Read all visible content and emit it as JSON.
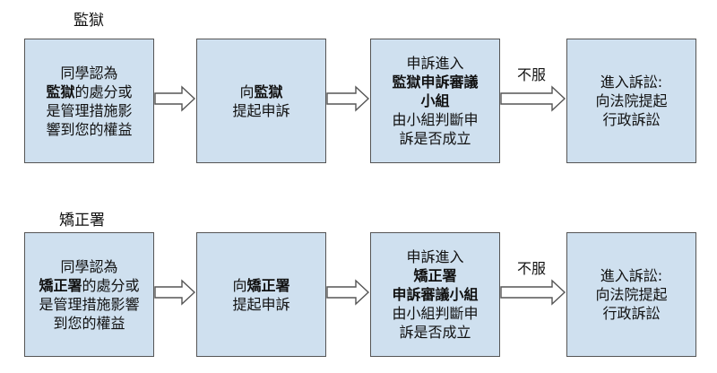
{
  "flows": [
    {
      "label": "監獄",
      "boxes": [
        {
          "lines": [
            [
              {
                "t": "同學認為",
                "b": false
              }
            ],
            [
              {
                "t": "監獄",
                "b": true
              },
              {
                "t": "的處分或",
                "b": false
              }
            ],
            [
              {
                "t": "是管理措施影",
                "b": false
              }
            ],
            [
              {
                "t": "響到您的權益",
                "b": false
              }
            ]
          ]
        },
        {
          "lines": [
            [
              {
                "t": "向",
                "b": false
              },
              {
                "t": "監獄",
                "b": true
              }
            ],
            [
              {
                "t": "提起申訴",
                "b": false
              }
            ]
          ]
        },
        {
          "lines": [
            [
              {
                "t": "申訴進入",
                "b": false
              }
            ],
            [
              {
                "t": "監獄申訴審議",
                "b": true
              }
            ],
            [
              {
                "t": "小組",
                "b": true
              }
            ],
            [
              {
                "t": "由小組判斷申",
                "b": false
              }
            ],
            [
              {
                "t": "訴是否成立",
                "b": false
              }
            ]
          ]
        },
        {
          "lines": [
            [
              {
                "t": "進入訴訟:",
                "b": false
              }
            ],
            [
              {
                "t": "向法院提起",
                "b": false
              }
            ],
            [
              {
                "t": "行政訴訟",
                "b": false
              }
            ]
          ]
        }
      ],
      "arrow_labels": [
        "",
        "",
        "不服"
      ]
    },
    {
      "label": "矯正署",
      "boxes": [
        {
          "lines": [
            [
              {
                "t": "同學認為",
                "b": false
              }
            ],
            [
              {
                "t": "矯正署",
                "b": true
              },
              {
                "t": "的處分或",
                "b": false
              }
            ],
            [
              {
                "t": "是管理措施影響",
                "b": false
              }
            ],
            [
              {
                "t": "到您的權益",
                "b": false
              }
            ]
          ]
        },
        {
          "lines": [
            [
              {
                "t": "向",
                "b": false
              },
              {
                "t": "矯正署",
                "b": true
              }
            ],
            [
              {
                "t": "提起申訴",
                "b": false
              }
            ]
          ]
        },
        {
          "lines": [
            [
              {
                "t": "申訴進入",
                "b": false
              }
            ],
            [
              {
                "t": "矯正署",
                "b": true
              }
            ],
            [
              {
                "t": "申訴審議小組",
                "b": true
              }
            ],
            [
              {
                "t": "由小組判斷申",
                "b": false
              }
            ],
            [
              {
                "t": "訴是否成立",
                "b": false
              }
            ]
          ]
        },
        {
          "lines": [
            [
              {
                "t": "進入訴訟:",
                "b": false
              }
            ],
            [
              {
                "t": "向法院提起",
                "b": false
              }
            ],
            [
              {
                "t": "行政訴訟",
                "b": false
              }
            ]
          ]
        }
      ],
      "arrow_labels": [
        "",
        "",
        "不服"
      ]
    }
  ],
  "colors": {
    "box_fill": "#cfe0ef",
    "box_border": "#555555",
    "arrow_fill": "#ffffff",
    "arrow_stroke": "#555555"
  }
}
